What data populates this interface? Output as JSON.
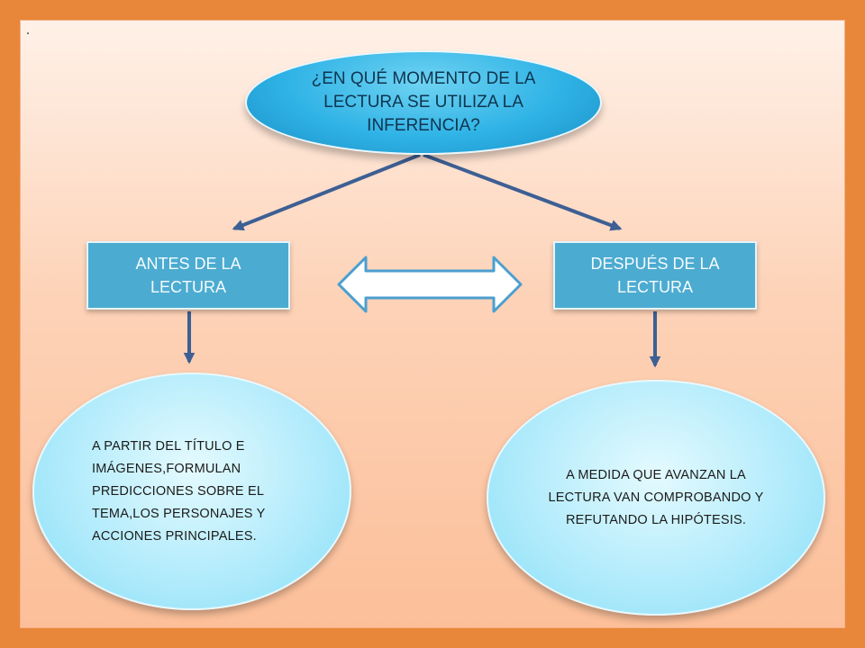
{
  "diagram": {
    "question": "¿EN QUÉ MOMENTO DE LA LECTURA SE UTILIZA LA INFERENCIA?",
    "before_label": "ANTES DE LA LECTURA",
    "after_label": "DESPUÉS DE LA LECTURA",
    "before_description": "A PARTIR DEL TÍTULO E IMÁGENES,FORMULAN PREDICCIONES SOBRE EL TEMA,LOS PERSONAJES Y ACCIONES PRINCIPALES.",
    "after_description": "A MEDIDA QUE AVANZAN LA LECTURA VAN COMPROBANDO Y REFUTANDO LA HIPÓTESIS."
  },
  "colors": {
    "frame": "#e8873a",
    "arrow": "#3d5f94",
    "box": "#4cabd0",
    "ellipse": "#2fb3e6",
    "bubble": "#aeeafb"
  }
}
